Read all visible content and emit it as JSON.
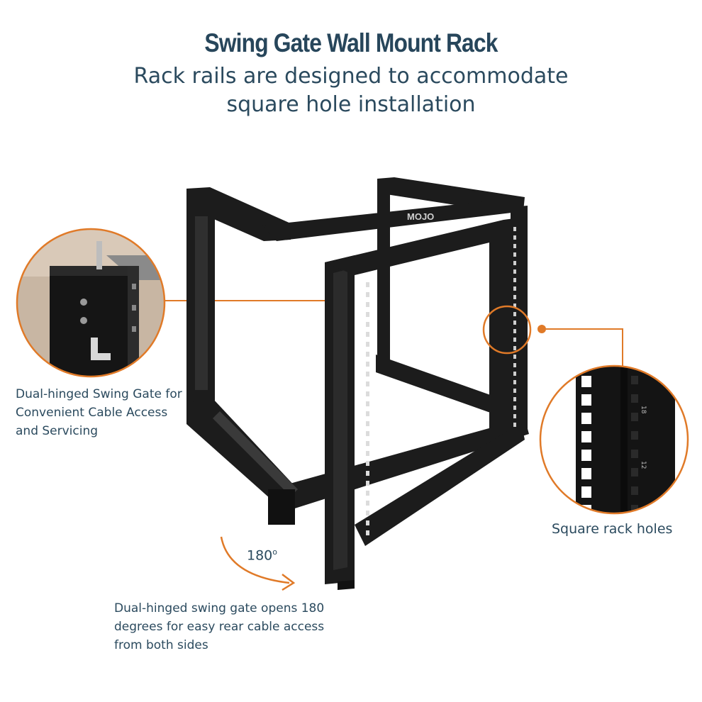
{
  "title": "Swing Gate Wall Mount Rack",
  "subtitle_lines": [
    "Rack rails are designed to accommodate",
    "square hole installation"
  ],
  "callout_left": [
    "Dual-hinged Swing Gate for",
    "Convenient Cable Access",
    "and Servicing"
  ],
  "callout_right": "Square rack holes",
  "rotation": {
    "value": "180",
    "unit": "o"
  },
  "callout_bottom": [
    "Dual-hinged swing gate opens 180",
    "degrees for easy rear cable access",
    "from both sides"
  ],
  "brand_logo": "MOJO",
  "rail_numbers": [
    "18",
    "12"
  ],
  "colors": {
    "accent": "#e07a28",
    "text": "#2b4a5e",
    "title": "#27465b",
    "metal": "#1c1c1c"
  },
  "icons": [
    "rotation-arrow-icon"
  ]
}
